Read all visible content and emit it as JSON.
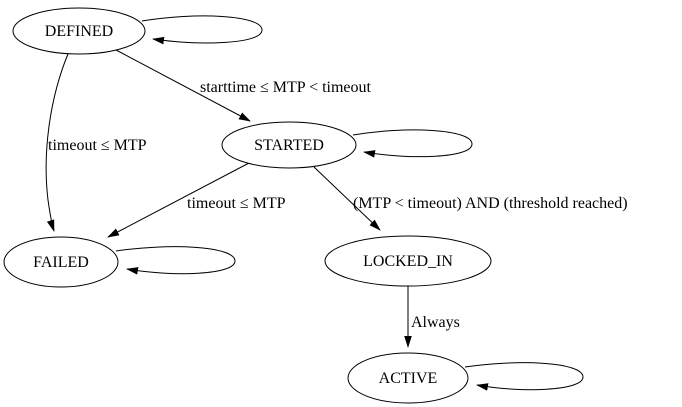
{
  "diagram": {
    "type": "state-machine",
    "colors": {
      "background": "#ffffff",
      "node_fill": "#ffffff",
      "stroke": "#000000",
      "text": "#000000"
    },
    "nodes": {
      "defined": {
        "label": "DEFINED",
        "self_loop": true
      },
      "started": {
        "label": "STARTED",
        "self_loop": true
      },
      "failed": {
        "label": "FAILED",
        "self_loop": true
      },
      "locked_in": {
        "label": "LOCKED_IN",
        "self_loop": false
      },
      "active": {
        "label": "ACTIVE",
        "self_loop": true
      }
    },
    "edges": {
      "defined_started": {
        "from": "DEFINED",
        "to": "STARTED",
        "label": "starttime ≤ MTP < timeout"
      },
      "defined_failed": {
        "from": "DEFINED",
        "to": "FAILED",
        "label": "timeout ≤ MTP"
      },
      "started_failed": {
        "from": "STARTED",
        "to": "FAILED",
        "label": "timeout ≤ MTP"
      },
      "started_locked_in": {
        "from": "STARTED",
        "to": "LOCKED_IN",
        "label": "(MTP < timeout) AND (threshold reached)"
      },
      "locked_in_active": {
        "from": "LOCKED_IN",
        "to": "ACTIVE",
        "label": "Always"
      },
      "defined_self": {
        "from": "DEFINED",
        "to": "DEFINED",
        "label": ""
      },
      "started_self": {
        "from": "STARTED",
        "to": "STARTED",
        "label": ""
      },
      "failed_self": {
        "from": "FAILED",
        "to": "FAILED",
        "label": ""
      },
      "active_self": {
        "from": "ACTIVE",
        "to": "ACTIVE",
        "label": ""
      }
    }
  }
}
